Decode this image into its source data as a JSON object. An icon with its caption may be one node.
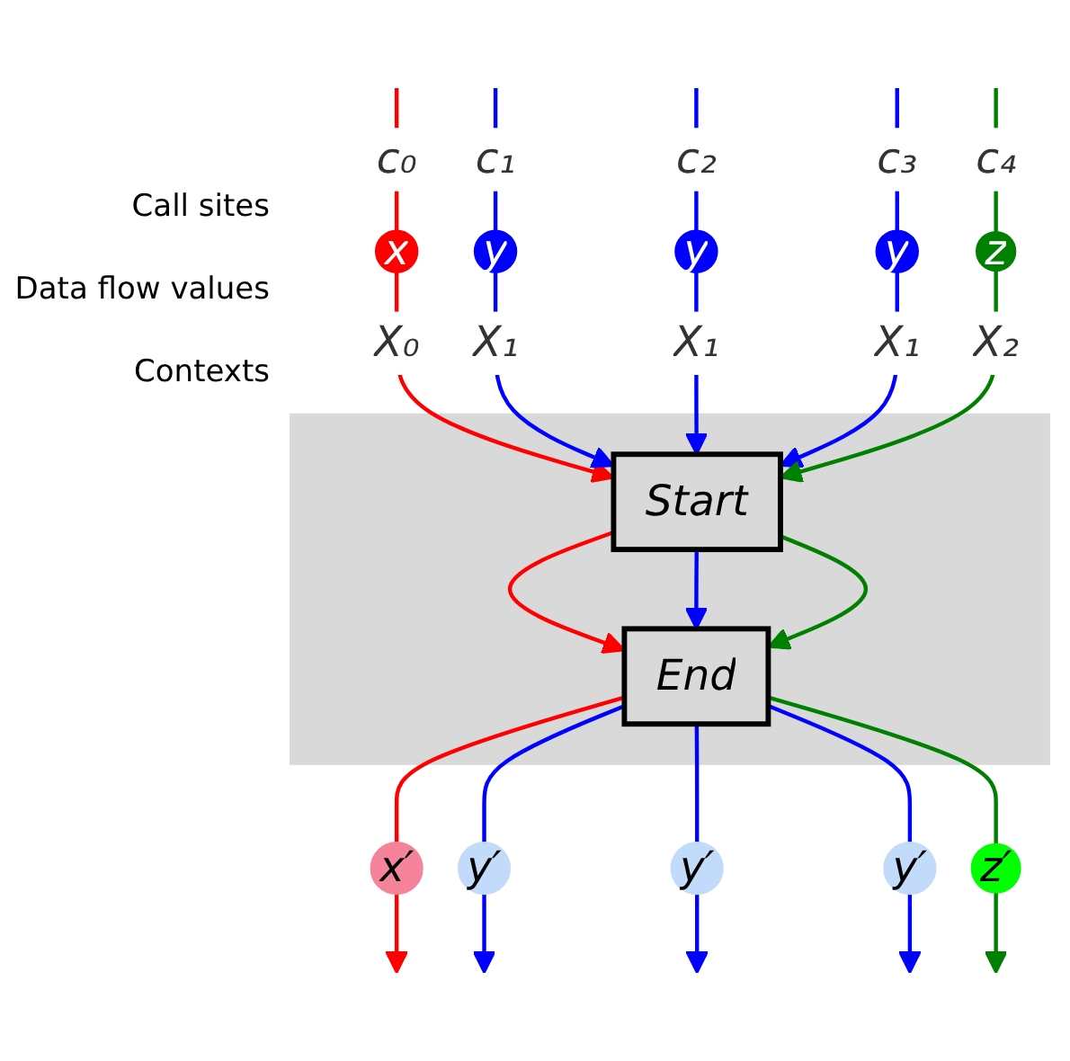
{
  "diagram": {
    "nodes": [
      {
        "text": [
          "x"
        ]
      },
      {
        "text": [
          "y"
        ]
      },
      {
        "text": [
          "y"
        ]
      },
      {
        "text": [
          "y"
        ]
      },
      {
        "text": [
          "z"
        ]
      },
      {
        "text": [],
        "shape": "box"
      },
      {
        "text": [
          "Start"
        ],
        "in": 5
      },
      {
        "text": [
          "End"
        ],
        "in": 5
      },
      {
        "text": [
          "x′"
        ]
      },
      {
        "text": [
          "y′"
        ]
      },
      {
        "text": [
          "y′"
        ]
      },
      {
        "text": [
          "y′"
        ]
      },
      {
        "text": [
          "z′"
        ]
      }
    ],
    "edges": [
      {
        "from": null,
        "to": 0,
        "arrow": "none",
        "label": "c₀",
        "color": "#ff0000"
      },
      {
        "from": null,
        "to": 1,
        "arrow": "none",
        "label": "c₁"
      },
      {
        "from": null,
        "to": 2,
        "arrow": "none",
        "label": "c₂"
      },
      {
        "from": null,
        "to": 3,
        "arrow": "none",
        "label": "c₃"
      },
      {
        "from": null,
        "to": 4,
        "arrow": "none",
        "label": "c₄",
        "color": "#008000"
      },
      {
        "from": 0,
        "to": 6,
        "arrow": "to",
        "label": "X₀",
        "color": "#ff0000"
      },
      {
        "from": 1,
        "to": 6,
        "arrow": "to",
        "label": "X₁"
      },
      {
        "from": 2,
        "to": 6,
        "arrow": "to",
        "label": "X₁"
      },
      {
        "from": 3,
        "to": 6,
        "arrow": "to",
        "label": "X₁"
      },
      {
        "from": 4,
        "to": 6,
        "arrow": "to",
        "label": "X₂",
        "color": "#008000"
      },
      {
        "from": 6,
        "to": 7,
        "arrow": "to",
        "color": "#ff0000"
      },
      {
        "from": 6,
        "to": 7,
        "arrow": "to"
      },
      {
        "from": 6,
        "to": 7,
        "arrow": "to",
        "color": "#008000"
      },
      {
        "from": 7,
        "to": 8,
        "arrow": "none",
        "color": "#ff0000"
      },
      {
        "from": 7,
        "to": 9,
        "arrow": "none"
      },
      {
        "from": 7,
        "to": 10,
        "arrow": "none"
      },
      {
        "from": 7,
        "to": 11,
        "arrow": "none"
      },
      {
        "from": 7,
        "to": 12,
        "arrow": "none",
        "color": "#008000"
      },
      {
        "from": 8,
        "to": null,
        "arrow": "to",
        "color": "#ff0000"
      },
      {
        "from": 9,
        "to": null,
        "arrow": "to"
      },
      {
        "from": 10,
        "to": null,
        "arrow": "to"
      },
      {
        "from": 11,
        "to": null,
        "arrow": "to"
      },
      {
        "from": 12,
        "to": null,
        "arrow": "to",
        "color": "#008000"
      }
    ],
    "labels": [
      "Call sites",
      "Data flow values",
      "Contexts"
    ]
  }
}
